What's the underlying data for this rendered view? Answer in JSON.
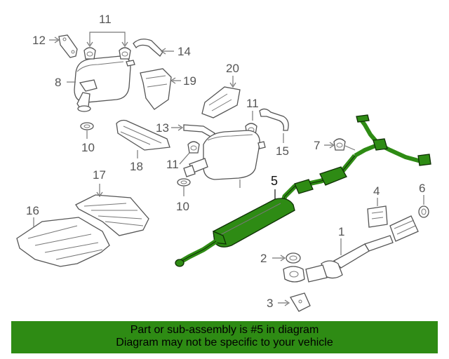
{
  "callouts": {
    "c1": "1",
    "c2": "2",
    "c3": "3",
    "c4": "4",
    "c5": "5",
    "c6": "6",
    "c7": "7",
    "c8": "8",
    "c10a": "10",
    "c10b": "10",
    "c11a": "11",
    "c11b": "11",
    "c12": "12",
    "c13": "13",
    "c14": "14",
    "c15": "15",
    "c16": "16",
    "c17": "17",
    "c18": "18",
    "c19": "19",
    "c20": "20"
  },
  "banner": {
    "line1": "Part or sub-assembly is #5 in diagram",
    "line2": "Diagram may not be specific to your vehicle"
  },
  "colors": {
    "highlight": "#2e8b14",
    "banner": "#2e8b14",
    "line_art": "#555555"
  }
}
